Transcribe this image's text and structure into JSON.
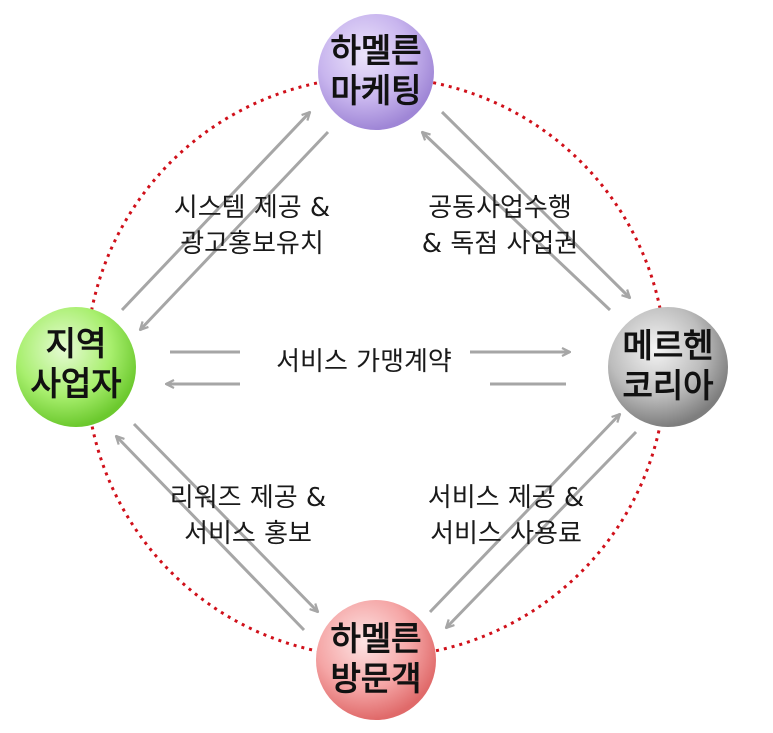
{
  "colors": {
    "ring": "#d0101a",
    "arrow": "#a6a6a6",
    "node_top": "#b7a0e6",
    "node_left": "#90e84e",
    "node_right": "#9a9a9a",
    "node_bottom": "#f28b8b"
  },
  "nodes": {
    "top": {
      "line1": "하멜른",
      "line2": "마케팅"
    },
    "left": {
      "line1": "지역",
      "line2": "사업자"
    },
    "right": {
      "line1": "메르헨",
      "line2": "코리아"
    },
    "bottom": {
      "line1": "하멜른",
      "line2": "방문객"
    }
  },
  "edges": {
    "top_left": {
      "line1": "시스템 제공 &",
      "line2": "광고홍보유치"
    },
    "top_right": {
      "line1": "공동사업수행",
      "line2": "& 독점 사업권"
    },
    "middle": {
      "line1": "서비스 가맹계약"
    },
    "bottom_left": {
      "line1": "리워즈 제공 &",
      "line2": "서비스 홍보"
    },
    "bottom_right": {
      "line1": "서비스 제공 &",
      "line2": "서비스 사용료"
    }
  }
}
